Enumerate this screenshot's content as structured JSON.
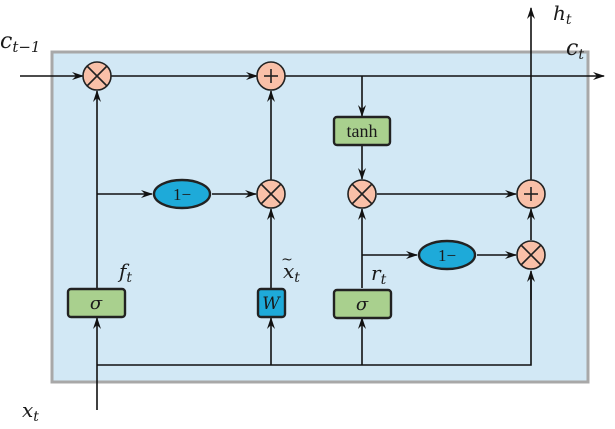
{
  "diagram": {
    "title": "",
    "description": "Recurrent cell with forget gate, candidate, and output blend",
    "colors": {
      "cell_background": "#d2e8f5",
      "cell_border": "#a8a8a8",
      "gate_box": "#a9d08e",
      "weight_box": "#1eaad9",
      "one_minus": "#1eaad9",
      "operator_node": "#f9c0a8",
      "wire": "#111111"
    },
    "labels": {
      "c_prev": {
        "base": "c",
        "sub": "t−1"
      },
      "c_next": {
        "base": "c",
        "sub": "t"
      },
      "h_out": {
        "base": "h",
        "sub": "t"
      },
      "x_in": {
        "base": "x",
        "sub": "t"
      },
      "f_gate": {
        "base": "f",
        "sub": "t"
      },
      "x_tilde": {
        "base": "x",
        "sub": "t",
        "accent": "~"
      },
      "r_gate": {
        "base": "r",
        "sub": "t"
      }
    },
    "blocks": {
      "sigma_f": "σ",
      "weight": "W",
      "sigma_r": "σ",
      "tanh": "tanh",
      "one_minus_1": "1−",
      "one_minus_2": "1−"
    },
    "operators": {
      "multiply": "×",
      "add": "+"
    }
  }
}
